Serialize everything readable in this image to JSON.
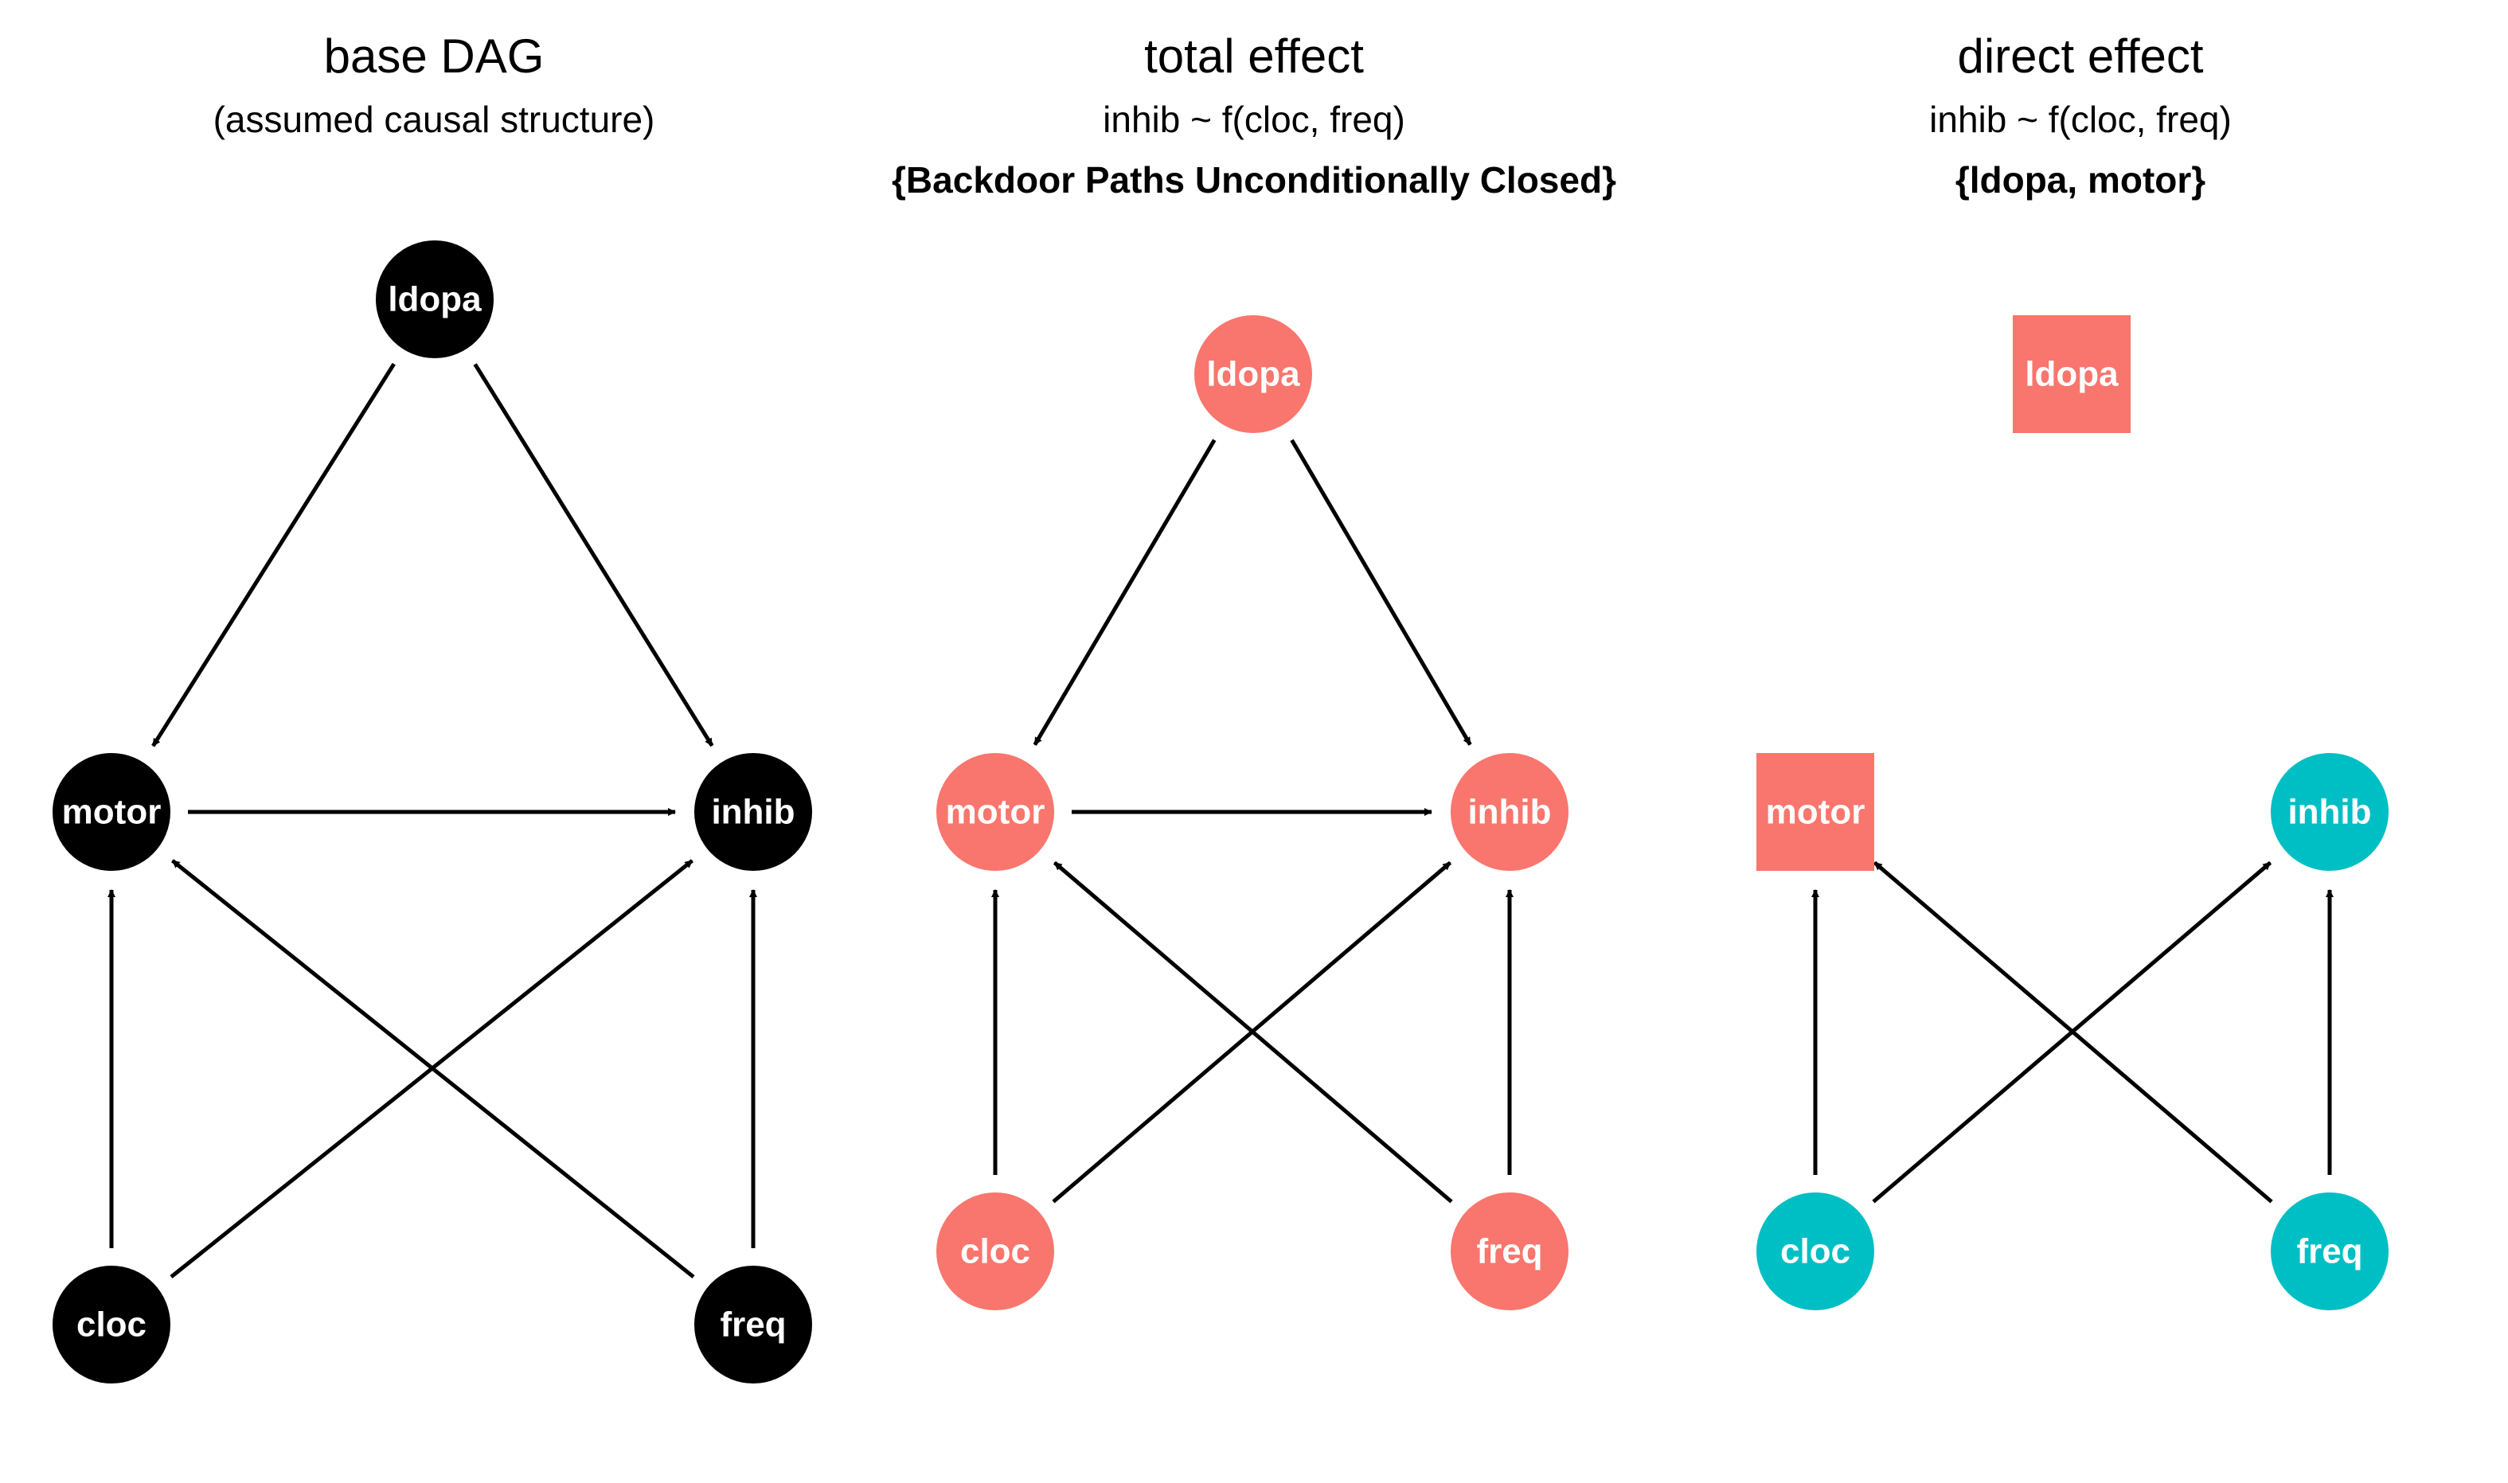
{
  "colors": {
    "base": "#000000",
    "adjusted": "#F8766D",
    "unadjusted": "#00BFC4",
    "edge": "#000000",
    "label": "#ffffff"
  },
  "panels": [
    {
      "id": "base",
      "title": "base DAG",
      "subtitle": "(assumed causal structure)",
      "subtitle2": "",
      "nodes": [
        {
          "id": "ldopa",
          "label": "ldopa",
          "shape": "circle",
          "fill": "base"
        },
        {
          "id": "motor",
          "label": "motor",
          "shape": "circle",
          "fill": "base"
        },
        {
          "id": "inhib",
          "label": "inhib",
          "shape": "circle",
          "fill": "base"
        },
        {
          "id": "cloc",
          "label": "cloc",
          "shape": "circle",
          "fill": "base"
        },
        {
          "id": "freq",
          "label": "freq",
          "shape": "circle",
          "fill": "base"
        }
      ],
      "edges": [
        [
          "ldopa",
          "motor"
        ],
        [
          "ldopa",
          "inhib"
        ],
        [
          "motor",
          "inhib"
        ],
        [
          "cloc",
          "motor"
        ],
        [
          "cloc",
          "inhib"
        ],
        [
          "freq",
          "motor"
        ],
        [
          "freq",
          "inhib"
        ]
      ]
    },
    {
      "id": "total",
      "title": "total effect",
      "subtitle": "inhib ~ f(cloc, freq)",
      "subtitle2": "{Backdoor Paths Unconditionally Closed}",
      "nodes": [
        {
          "id": "ldopa",
          "label": "ldopa",
          "shape": "circle",
          "fill": "adjusted"
        },
        {
          "id": "motor",
          "label": "motor",
          "shape": "circle",
          "fill": "adjusted"
        },
        {
          "id": "inhib",
          "label": "inhib",
          "shape": "circle",
          "fill": "adjusted"
        },
        {
          "id": "cloc",
          "label": "cloc",
          "shape": "circle",
          "fill": "adjusted"
        },
        {
          "id": "freq",
          "label": "freq",
          "shape": "circle",
          "fill": "adjusted"
        }
      ],
      "edges": [
        [
          "ldopa",
          "motor"
        ],
        [
          "ldopa",
          "inhib"
        ],
        [
          "motor",
          "inhib"
        ],
        [
          "cloc",
          "motor"
        ],
        [
          "cloc",
          "inhib"
        ],
        [
          "freq",
          "motor"
        ],
        [
          "freq",
          "inhib"
        ]
      ]
    },
    {
      "id": "direct",
      "title": "direct effect",
      "subtitle": "inhib ~ f(cloc, freq)",
      "subtitle2": "{ldopa, motor}",
      "nodes": [
        {
          "id": "ldopa",
          "label": "ldopa",
          "shape": "square",
          "fill": "adjusted"
        },
        {
          "id": "motor",
          "label": "motor",
          "shape": "square",
          "fill": "adjusted"
        },
        {
          "id": "inhib",
          "label": "inhib",
          "shape": "circle",
          "fill": "unadjusted"
        },
        {
          "id": "cloc",
          "label": "cloc",
          "shape": "circle",
          "fill": "unadjusted"
        },
        {
          "id": "freq",
          "label": "freq",
          "shape": "circle",
          "fill": "unadjusted"
        }
      ],
      "edges": [
        [
          "cloc",
          "motor"
        ],
        [
          "cloc",
          "inhib"
        ],
        [
          "freq",
          "motor"
        ],
        [
          "freq",
          "inhib"
        ]
      ]
    }
  ]
}
